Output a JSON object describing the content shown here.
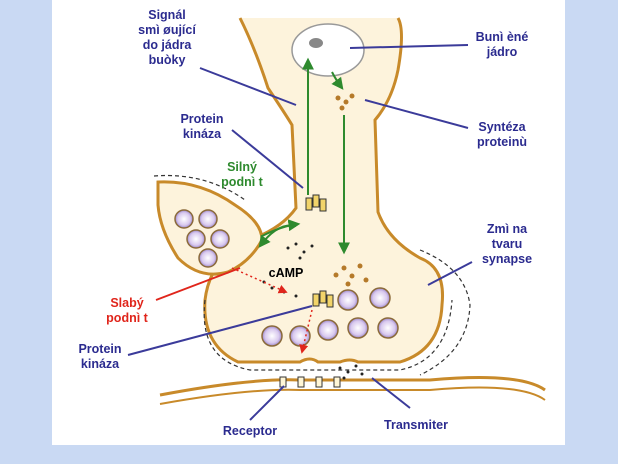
{
  "labels": {
    "signal": [
      "Signál",
      "smì øující",
      "do jádra",
      "buòky"
    ],
    "nucleus": [
      "Bunì èné",
      "jádro"
    ],
    "protein_synthesis": [
      "Syntéza",
      "proteinù"
    ],
    "protein_kinase_top": [
      "Protein",
      "kináza"
    ],
    "strong_stimulus": [
      "Silný",
      "podnì t"
    ],
    "synapse_change": [
      "Zmì na",
      "tvaru",
      "synapse"
    ],
    "camp": "cAMP",
    "weak_stimulus": [
      "Slabý",
      "podnì t"
    ],
    "protein_kinase_bottom": [
      "Protein",
      "kináza"
    ],
    "receptor": "Receptor",
    "transmitter": "Transmiter"
  },
  "colors": {
    "background": "#c9d9f3",
    "panel": "#ffffff",
    "label_navy": "#2b2b8f",
    "label_green": "#2e8a2e",
    "label_red": "#e0251b",
    "membrane": "#c88a2a",
    "cytoplasm": "#fdf3dc",
    "arrow_green": "#2e8a2e",
    "pointer_line": "#3b3b9a"
  }
}
